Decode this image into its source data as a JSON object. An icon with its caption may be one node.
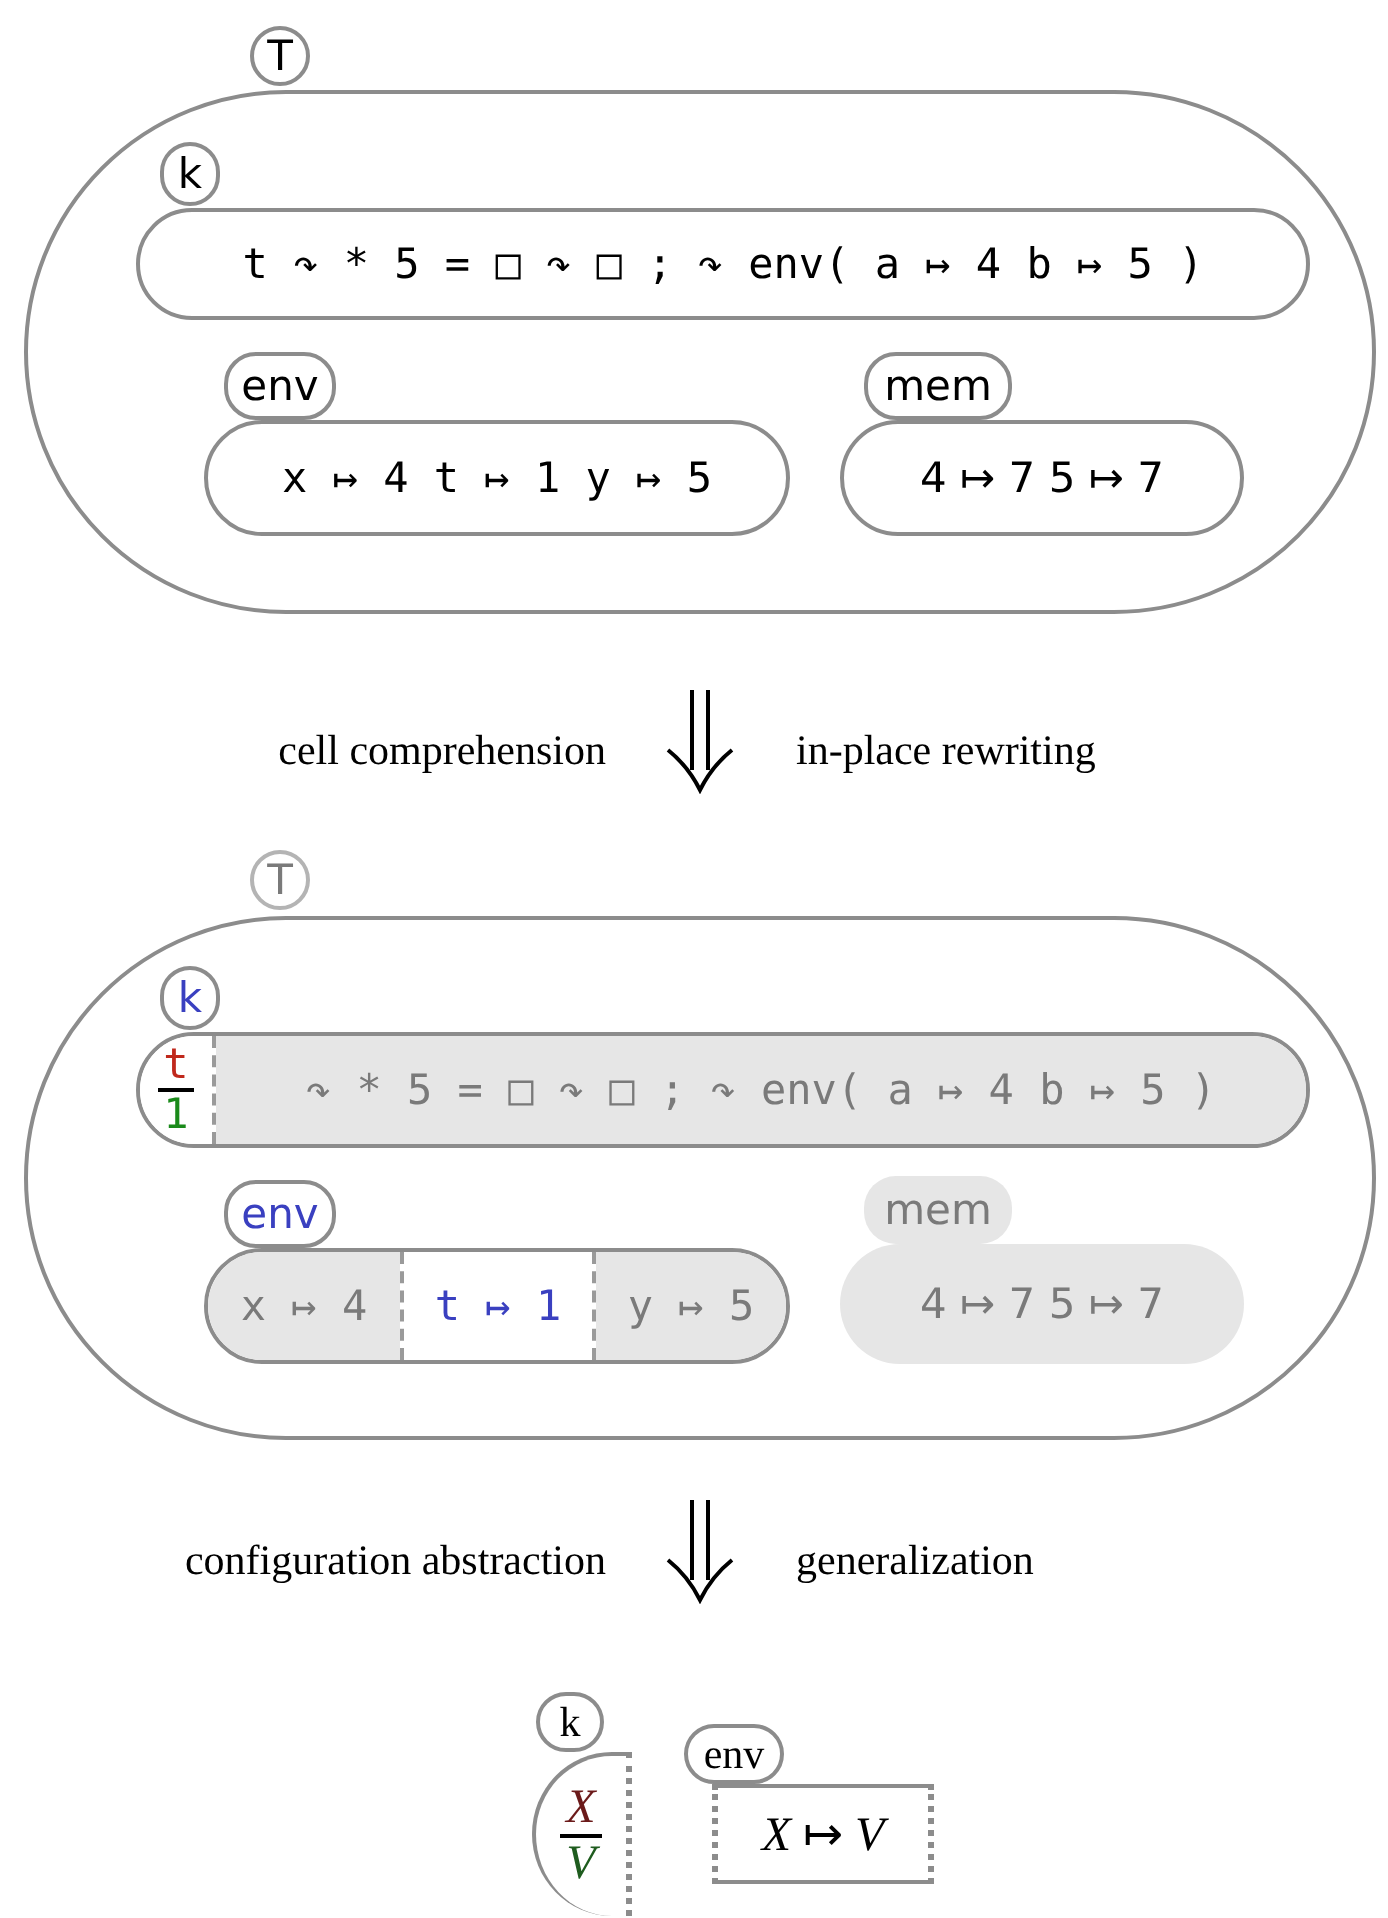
{
  "diagram": {
    "nodes": [
      {
        "text": [
          "T"
        ]
      },
      {
        "text": [
          "k",
          "t ↷ * 5 = □ ↷ □ ; ↷ env( a ↦ 4 b ↦ 5 )"
        ],
        "in": 0
      },
      {
        "text": [
          "env",
          "x ↦ 4 t ↦ 1 y ↦ 5"
        ],
        "in": 0
      },
      {
        "text": [
          "mem",
          "4 ↦ 7 5 ↦ 7"
        ],
        "in": 0
      },
      {
        "text": [
          "T"
        ]
      },
      {
        "text": [
          "k"
        ],
        "in": 4
      },
      {
        "text": [
          "t",
          "1"
        ],
        "in": 5
      },
      {
        "text": [
          "↷ * 5 = □ ↷ □ ; ↷ env( a ↦ 4 b ↦ 5 )"
        ],
        "in": 5
      },
      {
        "text": [
          "env"
        ],
        "in": 4
      },
      {
        "text": [
          "x ↦ 4"
        ],
        "in": 8
      },
      {
        "text": [
          "t ↦ 1"
        ],
        "in": 8
      },
      {
        "text": [
          "y ↦ 5"
        ],
        "in": 8
      },
      {
        "text": [
          "mem",
          "4 ↦ 7 5 ↦ 7"
        ],
        "in": 4
      },
      {
        "text": [
          "k",
          "X",
          "V"
        ]
      },
      {
        "text": [
          "env",
          "*X* ↦ *V*"
        ]
      }
    ],
    "labels": [
      "cell comprehension",
      "in-place rewriting",
      "configuration abstraction",
      "generalization"
    ]
  }
}
